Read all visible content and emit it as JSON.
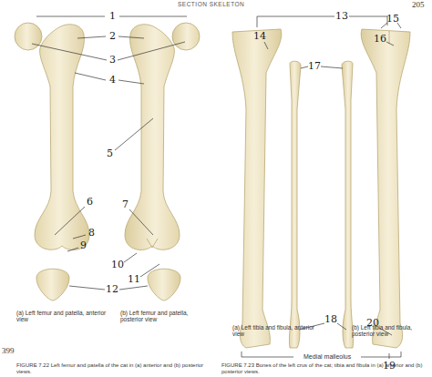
{
  "diagram": {
    "labels": [
      "SECTION SKELETON",
      "205",
      "1",
      "2",
      "3",
      "4",
      "5",
      "6",
      "7",
      "8",
      "9",
      "10",
      "11",
      "12",
      "13",
      "14",
      "15",
      "16",
      "17",
      "18",
      "19",
      "20",
      "(a) Left femur and patella, anterior view",
      "(b) Left femur and patella, posterior view",
      "(a) Left tibia and fibula, anterior view",
      "(b) Left tibia and fibula, posterior view",
      "Medial malleolus",
      "399",
      "FIGURE 7.22 Left femur and patella of the cat in (a) anterior and (b) posterior views.",
      "FIGURE 7.23 Bones of the left crus of the cat; tibia and fibula in (a) anterior and (b) posterior views."
    ]
  }
}
